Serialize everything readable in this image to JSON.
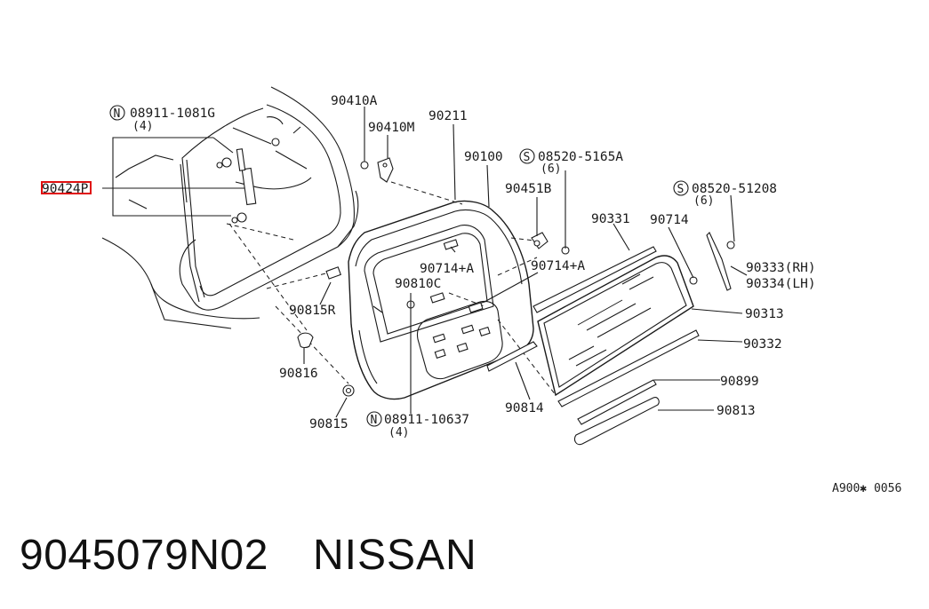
{
  "labels": {
    "n_screw_top": "08911-1081G",
    "n_screw_top_qty": "(4)",
    "stay": "90424P",
    "hinge_a": "90410A",
    "hinge_m": "90410M",
    "door": "90211",
    "panel": "90100",
    "s_screw_a": "08520-5165A",
    "s_screw_a_qty": "(6)",
    "bracket": "90451B",
    "s_screw_b": "08520-51208",
    "s_screw_b_qty": "(6)",
    "molding_331": "90331",
    "clip_714": "90714",
    "clip_714a_1": "90714+A",
    "clip_714a_2": "90714+A",
    "rh_333": "90333(RH)",
    "lh_334": "90334(LH)",
    "glass_313": "90313",
    "weather_332": "90332",
    "stop_899": "90899",
    "garnish_813": "90813",
    "bumper_815r": "90815R",
    "cover_810c": "90810C",
    "bumper_816": "90816",
    "seal_814": "90814",
    "bumper_815": "90815",
    "n_screw_bottom": "08911-10637",
    "n_screw_bottom_qty": "(4)",
    "n_symbol": "N",
    "s_symbol": "S"
  },
  "reference_code": "A900✱ 0056",
  "footer": {
    "part_number": "9045079N02",
    "brand": "NISSAN"
  },
  "highlight": {
    "target": "90424P",
    "color": "#e01010"
  }
}
